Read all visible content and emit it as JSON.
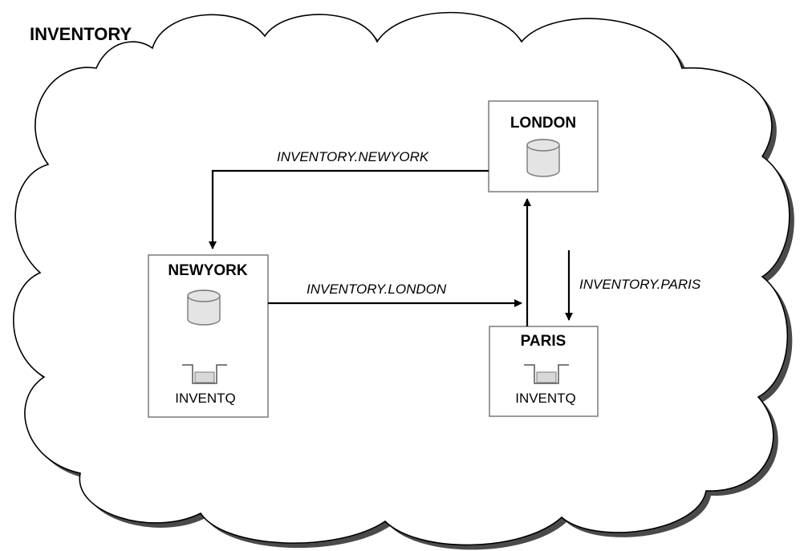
{
  "cluster": {
    "title": "INVENTORY"
  },
  "nodes": {
    "london": {
      "label": "LONDON"
    },
    "newyork": {
      "label": "NEWYORK",
      "queue": "INVENTQ"
    },
    "paris": {
      "label": "PARIS",
      "queue": "INVENTQ"
    }
  },
  "channels": {
    "to_newyork": "INVENTORY.NEWYORK",
    "to_london": "INVENTORY.LONDON",
    "to_paris": "INVENTORY.PARIS"
  },
  "colors": {
    "cloud_fill": "#ffffff",
    "cloud_shadow": "#4a4a4a",
    "box_border": "#7a7a7a",
    "cylinder_fill": "#e4e4e4",
    "queue_fill": "#d8d8d8",
    "line": "#000000"
  }
}
